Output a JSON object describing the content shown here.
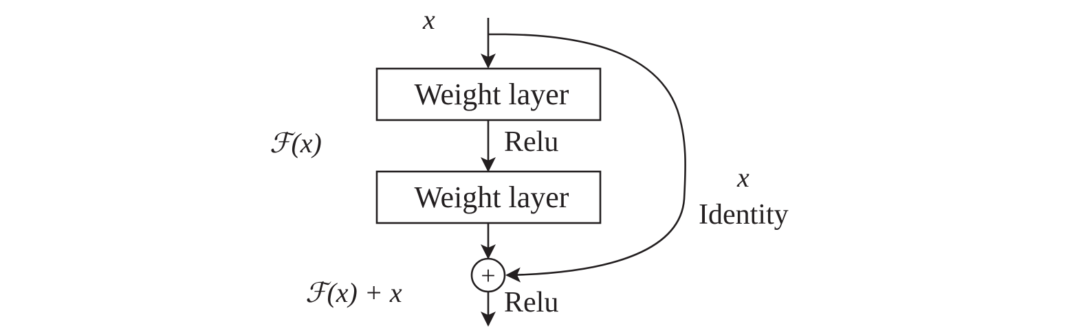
{
  "diagram": {
    "input_label": "x",
    "block1_label": "Weight layer",
    "relu1_label": "Relu",
    "residual_label": "ℱ(x)",
    "block2_label": "Weight layer",
    "skip_label": "x",
    "identity_label": "Identity",
    "sum_label": "ℱ(x) + x",
    "plus_symbol": "+",
    "relu2_label": "Relu",
    "colors": {
      "ink": "#231f20",
      "background": "#ffffff"
    }
  }
}
